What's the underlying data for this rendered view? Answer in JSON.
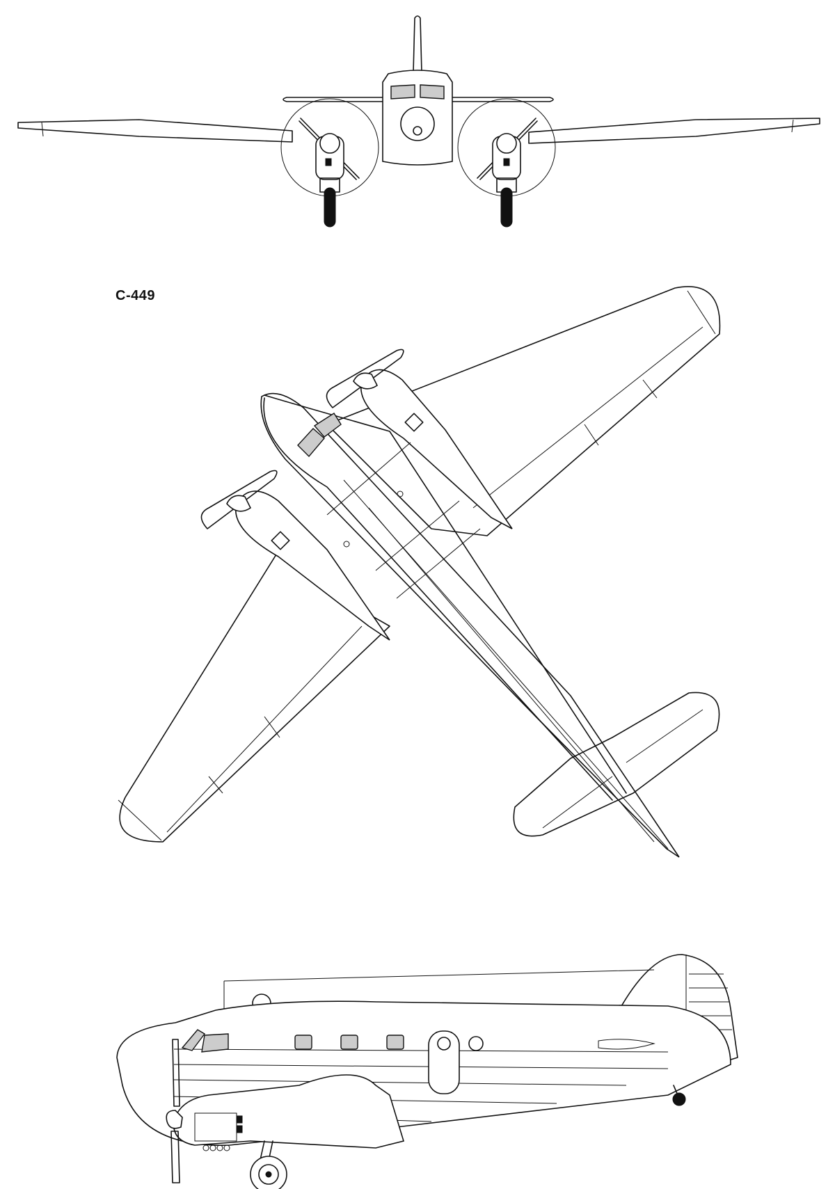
{
  "drawing": {
    "label": "C-449",
    "views": [
      "front-view",
      "top-view",
      "side-view"
    ]
  },
  "colors": {
    "ink": "#111111",
    "glazing": "#cccccc",
    "paper": "#ffffff"
  }
}
